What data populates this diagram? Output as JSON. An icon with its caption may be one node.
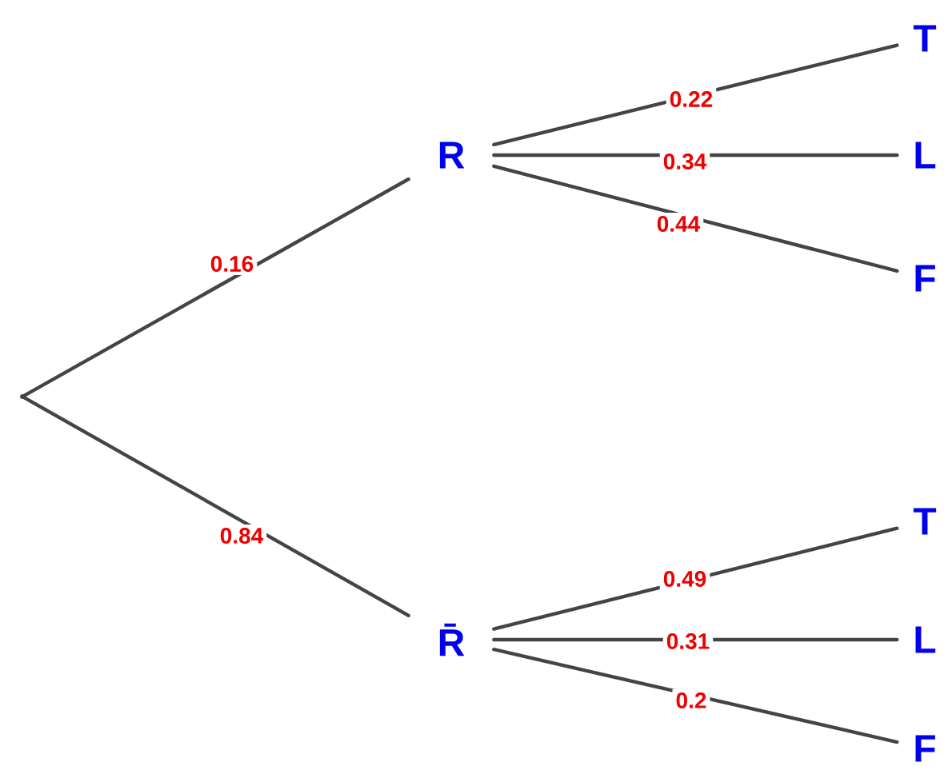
{
  "diagram": {
    "nodes": [
      {
        "text": [],
        "shape": "point"
      },
      {
        "text": [
          "R"
        ]
      },
      {
        "text": [
          "R̄"
        ]
      },
      {
        "text": [
          "T"
        ]
      },
      {
        "text": [
          "L"
        ]
      },
      {
        "text": [
          "F"
        ]
      },
      {
        "text": [
          "T"
        ]
      },
      {
        "text": [
          "L"
        ]
      },
      {
        "text": [
          "F"
        ]
      }
    ],
    "edges": [
      {
        "from": 0,
        "to": 1,
        "arrow": "none",
        "label": "0.16"
      },
      {
        "from": 0,
        "to": 2,
        "arrow": "none",
        "label": "0.84"
      },
      {
        "from": 1,
        "to": 3,
        "arrow": "none",
        "label": "0.22"
      },
      {
        "from": 1,
        "to": 4,
        "arrow": "none",
        "label": "0.34"
      },
      {
        "from": 1,
        "to": 5,
        "arrow": "none",
        "label": "0.44"
      },
      {
        "from": 2,
        "to": 6,
        "arrow": "none",
        "label": "0.49"
      },
      {
        "from": 2,
        "to": 7,
        "arrow": "none",
        "label": "0.31"
      },
      {
        "from": 2,
        "to": 8,
        "arrow": "none",
        "label": "0.2"
      }
    ]
  }
}
